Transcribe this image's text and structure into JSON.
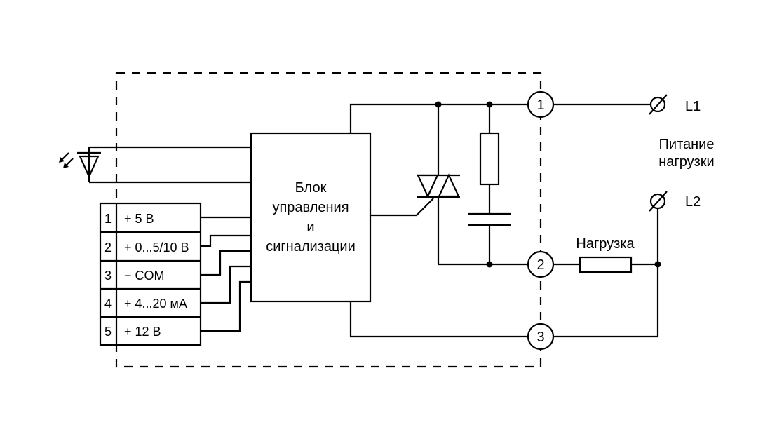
{
  "control_block": {
    "line1": "Блок",
    "line2": "управления",
    "line3": "и",
    "line4": "сигнализации"
  },
  "input_terminals": [
    {
      "number": "1",
      "label": "+  5 В"
    },
    {
      "number": "2",
      "label": "+ 0...5/10 В"
    },
    {
      "number": "3",
      "label": "−  COM"
    },
    {
      "number": "4",
      "label": "+  4...20 мА"
    },
    {
      "number": "5",
      "label": "+ 12 В"
    }
  ],
  "output_terminals": [
    "1",
    "2",
    "3"
  ],
  "load_label": "Нагрузка",
  "supply": {
    "line1": "Питание",
    "line2": "нагрузки",
    "l1": "L1",
    "l2": "L2"
  }
}
